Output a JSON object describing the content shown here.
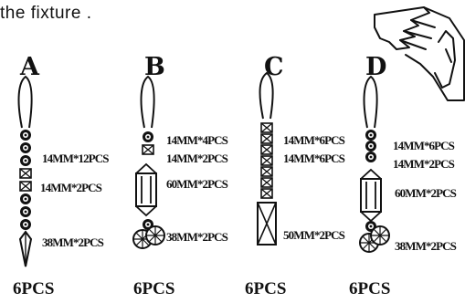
{
  "caption": "the  fixture  .",
  "icons": {
    "hands": "pointing-hands-illustration"
  },
  "pendants": [
    {
      "letter": "A",
      "count": "6PCS",
      "labels": [
        "14MM*12PCS",
        "14MM*2PCS",
        "38MM*2PCS"
      ]
    },
    {
      "letter": "B",
      "count": "6PCS",
      "labels": [
        "14MM*4PCS",
        "14MM*2PCS",
        "60MM*2PCS",
        "38MM*2PCS"
      ]
    },
    {
      "letter": "C",
      "count": "6PCS",
      "labels": [
        "14MM*6PCS",
        "14MM*6PCS",
        "50MM*2PCS"
      ]
    },
    {
      "letter": "D",
      "count": "6PCS",
      "labels": [
        "14MM*6PCS",
        "14MM*2PCS",
        "60MM*2PCS",
        "38MM*2PCS"
      ]
    }
  ]
}
